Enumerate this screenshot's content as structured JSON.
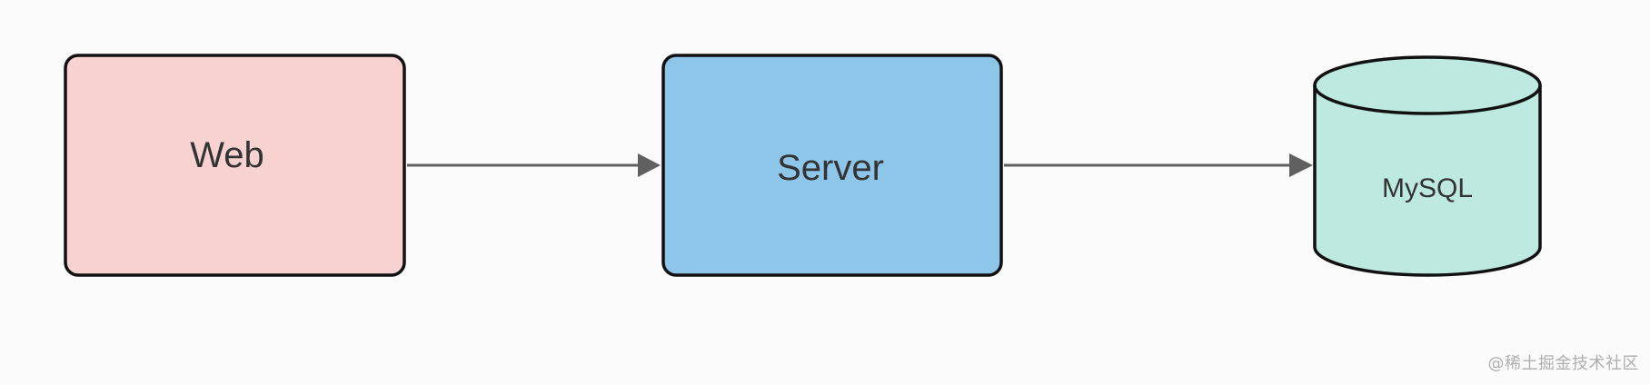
{
  "nodes": {
    "web": {
      "label": "Web",
      "fill": "#f7d2d1"
    },
    "server": {
      "label": "Server",
      "fill": "#8ec6ea"
    },
    "mysql": {
      "label": "MySQL",
      "fill": "#bde9e1"
    }
  },
  "edges": [
    {
      "from": "Web",
      "to": "Server"
    },
    {
      "from": "Server",
      "to": "MySQL"
    }
  ],
  "colors": {
    "stroke": "#111111",
    "arrow": "#606060",
    "text": "#333333",
    "background": "#fbfbfb"
  },
  "watermark": "@稀土掘金技术社区"
}
